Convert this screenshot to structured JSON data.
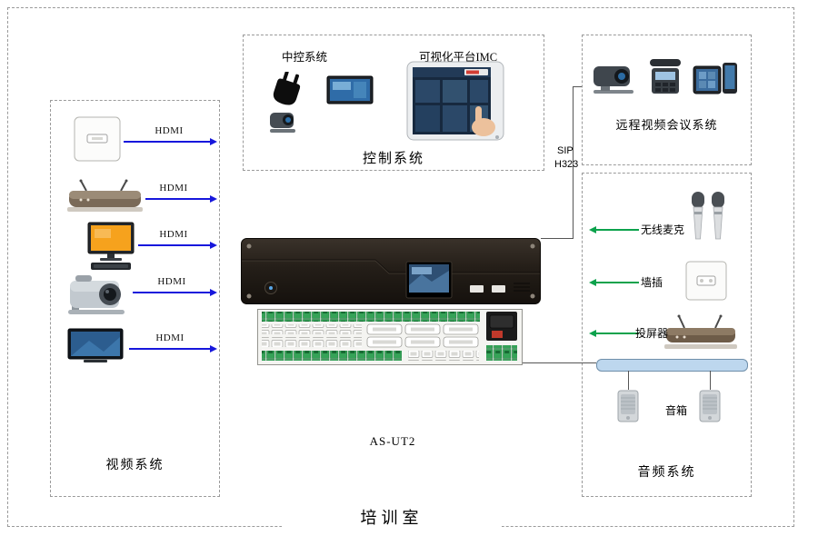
{
  "page": {
    "title": "培训室",
    "device_model": "AS-UT2"
  },
  "video_system": {
    "label": "视频系统",
    "connections": [
      {
        "device": "wall-plate",
        "label": "HDMI"
      },
      {
        "device": "wireless-router",
        "label": "HDMI"
      },
      {
        "device": "desktop-computer",
        "label": "HDMI"
      },
      {
        "device": "ptz-camera",
        "label": "HDMI"
      },
      {
        "device": "tv-display",
        "label": "HDMI"
      }
    ]
  },
  "control_system": {
    "label": "控制系统",
    "central_control_label": "中控系统",
    "visual_platform_label": "可视化平台IMC"
  },
  "conference_system": {
    "label": "远程视频会议系统",
    "protocol": {
      "line1": "SIP",
      "line2": "H323"
    }
  },
  "audio_system": {
    "label": "音频系统",
    "rows": [
      {
        "label": "无线麦克"
      },
      {
        "label": "墙插"
      },
      {
        "label": "投屏器"
      }
    ],
    "speaker_label": "音箱"
  },
  "icons": {
    "video_devices": [
      "wall-plate-icon",
      "wireless-router-icon",
      "desktop-computer-icon",
      "ptz-camera-icon",
      "tv-display-icon"
    ],
    "control_devices": [
      "power-plug-icon",
      "control-display-icon",
      "control-camera-icon",
      "tablet-touch-icon"
    ],
    "conference_devices": [
      "vc-camera-icon",
      "desk-phone-icon",
      "mobile-phones-icon"
    ],
    "audio_devices": [
      "wireless-mics-icon",
      "audio-wall-plate-icon",
      "screen-mirror-router-icon",
      "speaker-icon"
    ],
    "racks": [
      "main-controller-rack",
      "matrix-io-rack"
    ]
  },
  "colors": {
    "hdmi_arrow": "#1717dc",
    "audio_arrow": "#0ca24c",
    "wire": "#555555",
    "dashed_border": "#9a9a9a",
    "audio_bus": "#bdd7ee"
  }
}
